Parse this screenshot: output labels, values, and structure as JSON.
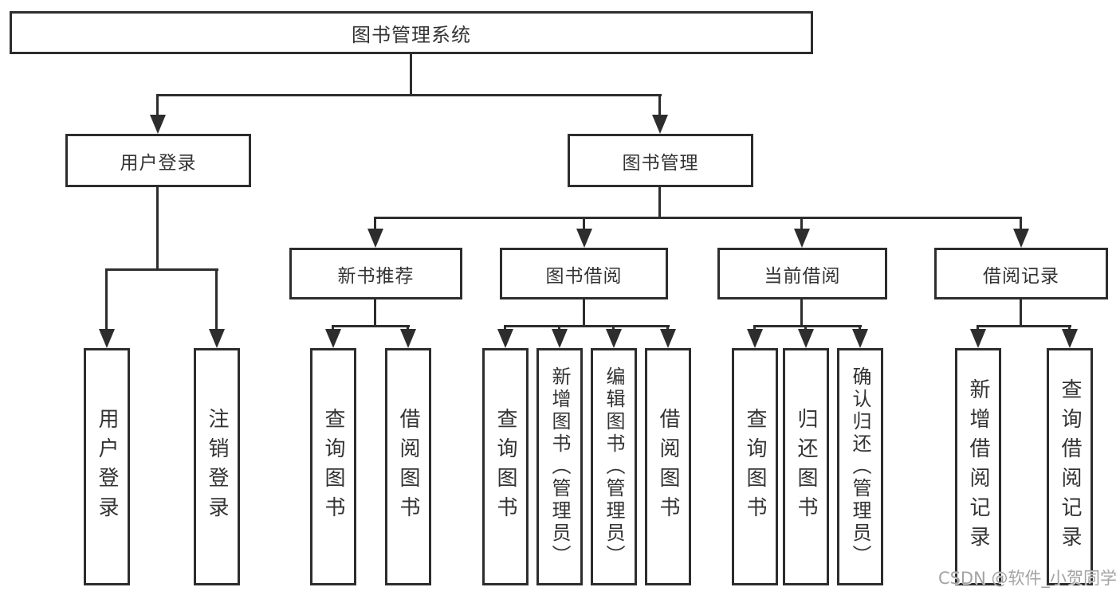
{
  "diagram": {
    "root": {
      "label": "图书管理系统"
    },
    "branches": [
      {
        "label": "用户登录",
        "children": [
          {
            "label": "用户登录"
          },
          {
            "label": "注销登录"
          }
        ]
      },
      {
        "label": "图书管理",
        "children": [
          {
            "label": "新书推荐",
            "children": [
              {
                "label": "查询图书"
              },
              {
                "label": "借阅图书"
              }
            ]
          },
          {
            "label": "图书借阅",
            "children": [
              {
                "label": "查询图书"
              },
              {
                "label": "新增图书（管理员）"
              },
              {
                "label": "编辑图书（管理员）"
              },
              {
                "label": "借阅图书"
              }
            ]
          },
          {
            "label": "当前借阅",
            "children": [
              {
                "label": "查询图书"
              },
              {
                "label": "归还图书"
              },
              {
                "label": "确认归还（管理员）"
              }
            ]
          },
          {
            "label": "借阅记录",
            "children": [
              {
                "label": "新增借阅记录"
              },
              {
                "label": "查询借阅记录"
              }
            ]
          }
        ]
      }
    ]
  },
  "watermark": {
    "text": "CSDN @软件_小贺同学"
  },
  "colors": {
    "line": "#2d2d2d",
    "text": "#333333",
    "background": "#ffffff",
    "watermark": "#a3a3a3"
  }
}
